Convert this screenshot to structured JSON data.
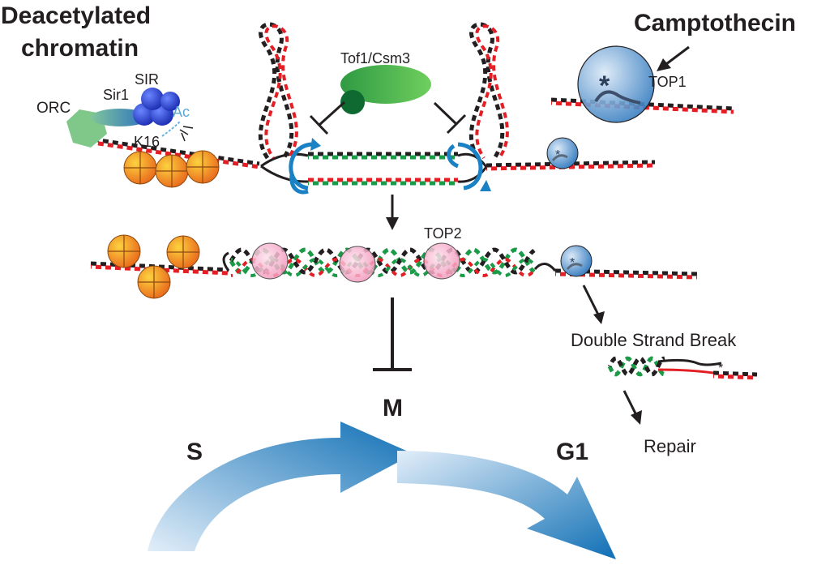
{
  "labels": {
    "deacetylated_line1": "Deacetylated",
    "deacetylated_line2": "chromatin",
    "camptothecin": "Camptothecin",
    "tof1_csm3": "Tof1/Csm3",
    "top1": "TOP1",
    "top2": "TOP2",
    "orc": "ORC",
    "sir1": "Sir1",
    "sir": "SIR",
    "ac": "Ac",
    "k16": "K16",
    "double_strand_break": "Double Strand Break",
    "repair": "Repair",
    "phase_s": "S",
    "phase_m": "M",
    "phase_g1": "G1",
    "asterisk": "*"
  },
  "colors": {
    "dna_red": "#e31e24",
    "dna_black": "#231f20",
    "nascent_green": "#1b9a48",
    "arrow_blue": "#1a82c4",
    "nucleosome_orange": "#f59a1d",
    "top2_pink": "#f6a9c8",
    "top1_blue": "#4f93cf",
    "tof_green": "#3cb44b",
    "sir_blue": "#2340c8"
  },
  "icons": {
    "nucleosome": "nucleosome-icon",
    "replisome_turn": "circular-arrow-icon",
    "inhibition": "t-bar-icon"
  }
}
